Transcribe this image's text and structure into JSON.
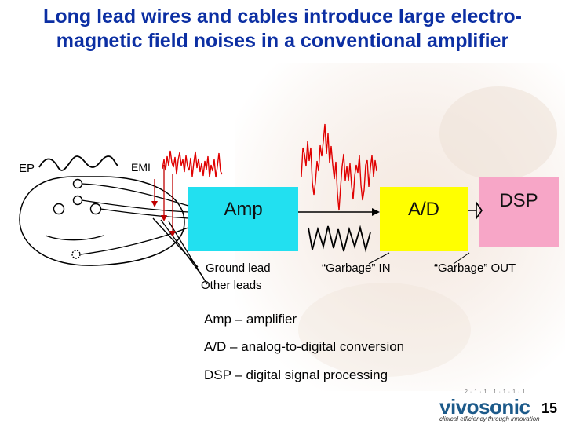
{
  "title": "Long lead wires and cables introduce large electro-\nmagnetic field noises in a conventional amplifier",
  "labels": {
    "ep": "EP",
    "emi": "EMI",
    "ground_lead": "Ground lead",
    "other_leads": "Other leads",
    "garbage_in": "“Garbage” IN",
    "garbage_out": "“Garbage” OUT"
  },
  "blocks": {
    "amp": "Amp",
    "ad": "A/D",
    "dsp": "DSP"
  },
  "legend": [
    "Amp – amplifier",
    "A/D – analog-to-digital conversion",
    "DSP – digital signal processing"
  ],
  "logo": {
    "wordmark": "vivosonic",
    "tagline": "clinical efficiency through innovation",
    "ticks": "2·1·1·1·1·1·1"
  },
  "page_number": "15",
  "colors": {
    "title": "#0c2fa3",
    "amp_box": "#22e0f0",
    "ad_box": "#ffff00",
    "dsp_box": "#f7a6c7",
    "noise_signal": "#e00000",
    "emi_arrows": "#c00000"
  }
}
